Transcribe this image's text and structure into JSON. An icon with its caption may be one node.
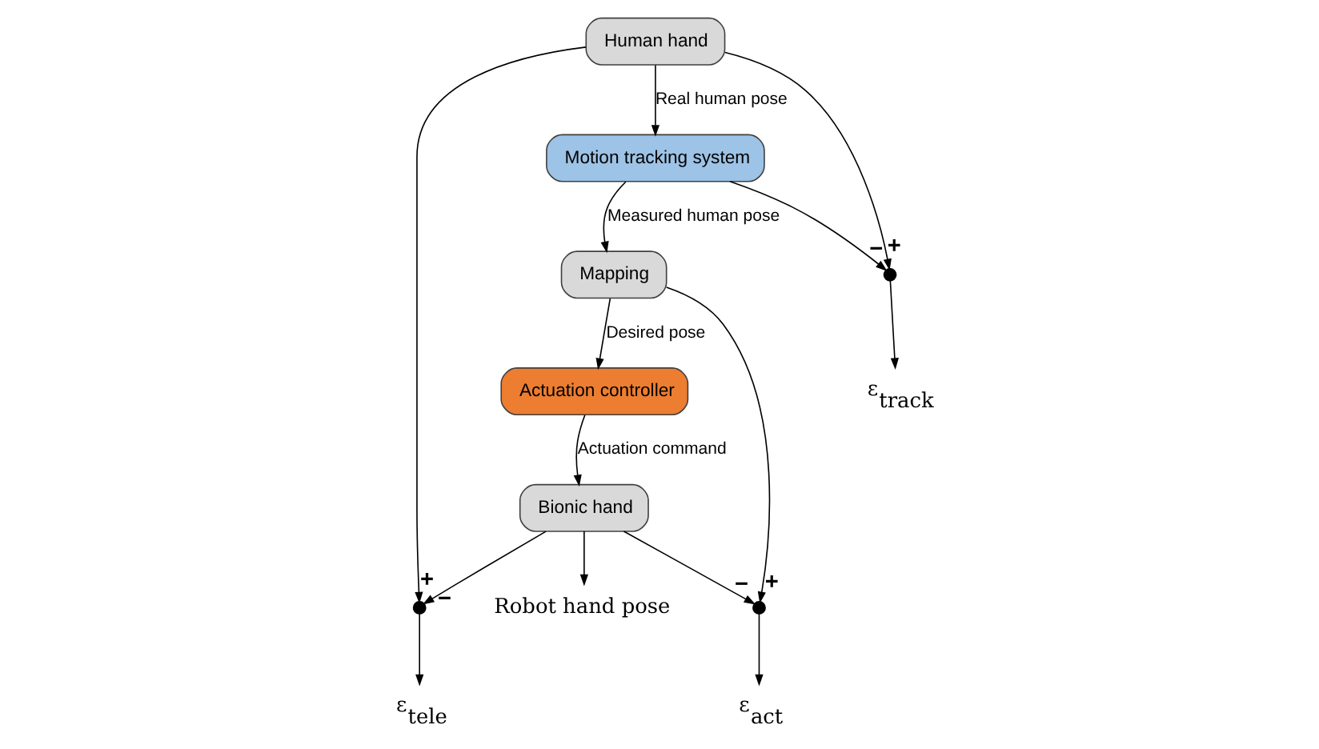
{
  "diagram": {
    "nodes": [
      {
        "text": [
          "Human hand"
        ]
      },
      {
        "text": [
          "Motion tracking system"
        ]
      },
      {
        "text": [
          "Mapping"
        ]
      },
      {
        "text": [
          "Actuation controller"
        ]
      },
      {
        "text": [
          "Bionic hand"
        ]
      },
      {
        "text": [],
        "shape": "circle"
      },
      {
        "text": [],
        "shape": "circle"
      },
      {
        "text": [],
        "shape": "circle"
      },
      {
        "text": [
          "ε$_{tele}$"
        ]
      },
      {
        "text": [
          "ε$_{track}$"
        ]
      },
      {
        "text": [
          "ε$_{act}$"
        ]
      },
      {
        "text": [
          "Robot hand pose"
        ]
      }
    ],
    "edges": [
      {
        "from": 0,
        "to": 1,
        "arrow": "to",
        "label": "Real human pose"
      },
      {
        "from": 0,
        "to": 5,
        "arrow": "to",
        "label": "+"
      },
      {
        "from": 0,
        "to": 6,
        "arrow": "to",
        "label": "+"
      },
      {
        "from": 1,
        "to": 2,
        "arrow": "to",
        "label": "Measured human pose"
      },
      {
        "from": 1,
        "to": 6,
        "arrow": "to",
        "label": "−"
      },
      {
        "from": 2,
        "to": 3,
        "arrow": "to",
        "label": "Desired pose"
      },
      {
        "from": 2,
        "to": 7,
        "arrow": "to",
        "label": "+"
      },
      {
        "from": 3,
        "to": 4,
        "arrow": "to",
        "label": "Actuation command"
      },
      {
        "from": 4,
        "to": 11,
        "arrow": "to"
      },
      {
        "from": 4,
        "to": 5,
        "arrow": "to",
        "label": "−"
      },
      {
        "from": 4,
        "to": 7,
        "arrow": "to",
        "label": "−"
      },
      {
        "from": 5,
        "to": 8,
        "arrow": "to"
      },
      {
        "from": 6,
        "to": 9,
        "arrow": "to"
      },
      {
        "from": 7,
        "to": 10,
        "arrow": "to"
      }
    ]
  }
}
